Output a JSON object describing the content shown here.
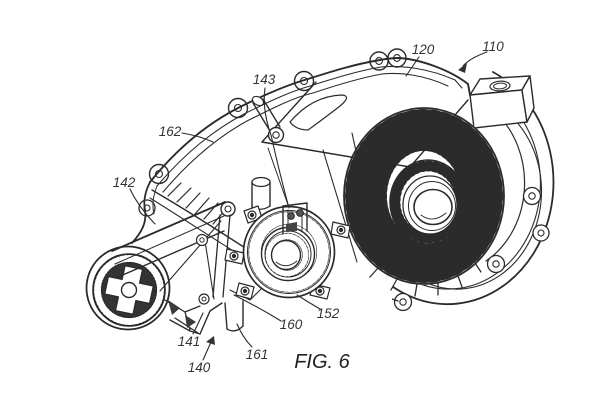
{
  "figure": {
    "caption": "FIG. 6",
    "type": "patent-line-drawing",
    "background_color": "#ffffff",
    "line_color": "#2b2b2b"
  },
  "labels": [
    {
      "text": "110",
      "pointer": "arrow"
    },
    {
      "text": "120",
      "pointer": "leader"
    },
    {
      "text": "143",
      "pointer": "leader"
    },
    {
      "text": "162",
      "pointer": "leader"
    },
    {
      "text": "142",
      "pointer": "leader"
    },
    {
      "text": "141",
      "pointer": "leader"
    },
    {
      "text": "140",
      "pointer": "arrow"
    },
    {
      "text": "161",
      "pointer": "leader"
    },
    {
      "text": "160",
      "pointer": "leader"
    },
    {
      "text": "152",
      "pointer": "leader"
    }
  ]
}
